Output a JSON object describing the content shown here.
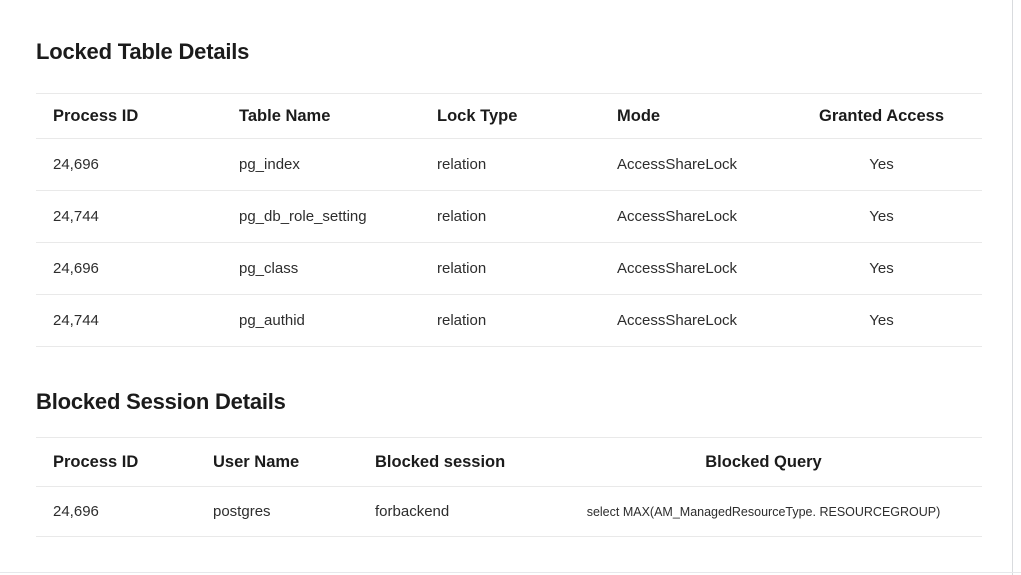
{
  "colors": {
    "background": "#ffffff",
    "title_text": "#1b1b1b",
    "header_text": "#1b1b1b",
    "cell_text": "#2d2d2d",
    "divider": "#e9e9e9",
    "frame_border": "#d9dbde",
    "bottom_line": "#e6e8eb"
  },
  "locked_table": {
    "title": "Locked Table Details",
    "columns": [
      "Process ID",
      "Table Name",
      "Lock Type",
      "Mode",
      "Granted Access"
    ],
    "rows": [
      [
        "24,696",
        "pg_index",
        "relation",
        "AccessShareLock",
        "Yes"
      ],
      [
        "24,744",
        "pg_db_role_setting",
        "relation",
        "AccessShareLock",
        "Yes"
      ],
      [
        "24,696",
        "pg_class",
        "relation",
        "AccessShareLock",
        "Yes"
      ],
      [
        "24,744",
        "pg_authid",
        "relation",
        "AccessShareLock",
        "Yes"
      ]
    ]
  },
  "blocked_table": {
    "title": "Blocked Session Details",
    "columns": [
      "Process ID",
      "User Name",
      "Blocked session",
      "Blocked Query"
    ],
    "rows": [
      [
        "24,696",
        "postgres",
        "forbackend",
        "select MAX(AM_ManagedResourceType. RESOURCEGROUP)"
      ]
    ]
  }
}
